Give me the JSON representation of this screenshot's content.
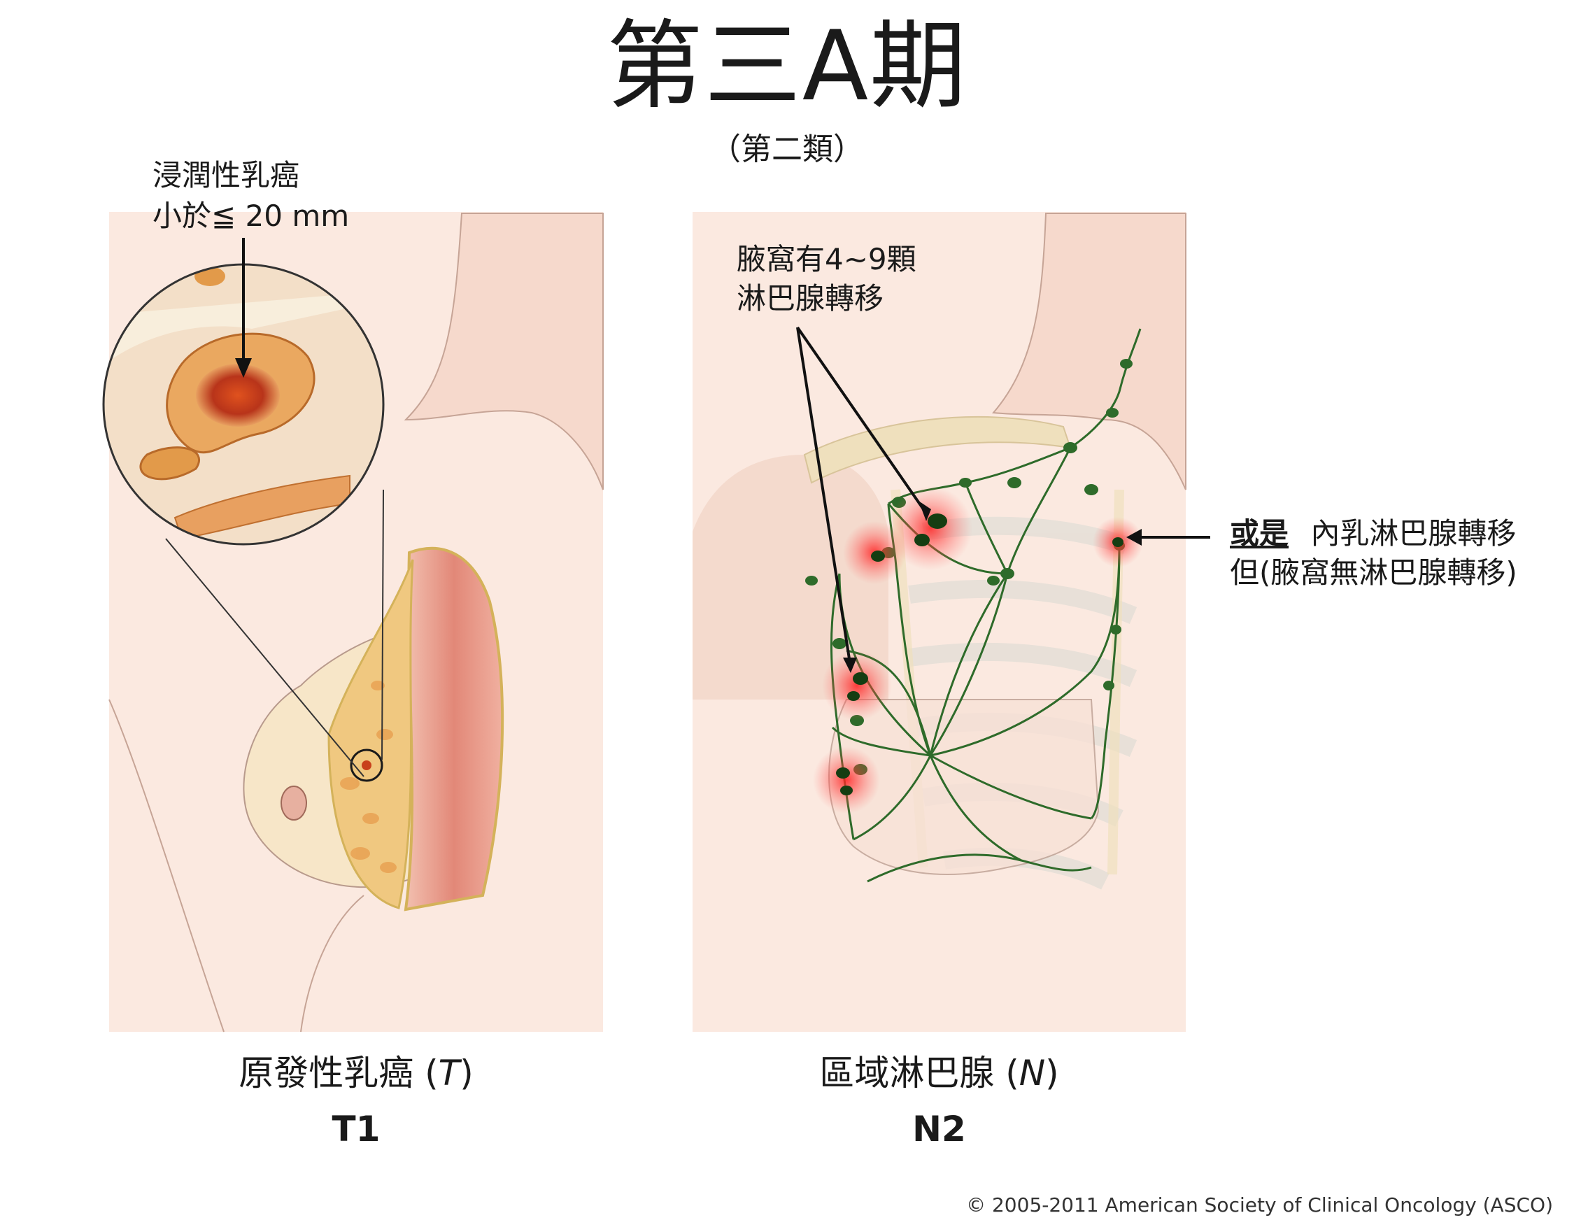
{
  "title": "第三A期",
  "subtitle": "（第二類）",
  "left_panel": {
    "callout_line1": "浸潤性乳癌",
    "callout_line2": "小於≦ 20 mm",
    "caption_main": "原發性乳癌 (",
    "caption_letter": "T",
    "caption_close": ")",
    "code": "T1"
  },
  "right_panel": {
    "callout_line1": "腋窩有4~9顆",
    "callout_line2": "淋巴腺轉移",
    "alt_word": "或是",
    "alt_line1": "內乳淋巴腺轉移",
    "alt_line2": "但(腋窩無淋巴腺轉移)",
    "caption_main": "區域淋巴腺 (",
    "caption_letter": "N",
    "caption_close": ")",
    "code": "N2"
  },
  "copyright": "© 2005-2011 American Society of Clinical Oncology (ASCO)",
  "colors": {
    "skin": "#f8e1d6",
    "skin_outline": "#b89a8c",
    "tumor": "#c8401c",
    "muscle": "#e8948a",
    "lymph": "#2e6b2a",
    "highlight": "#ff3030",
    "bone": "#efe0bd"
  }
}
